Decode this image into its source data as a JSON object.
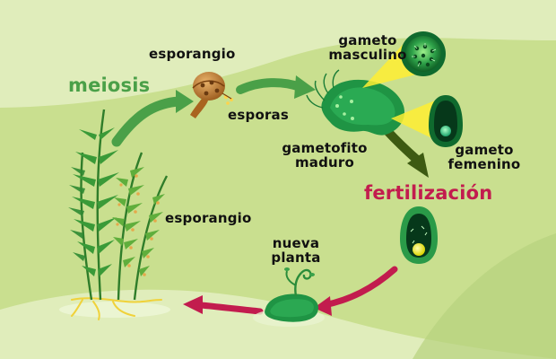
{
  "colors": {
    "background": "#c9df8f",
    "light_band": "#e0edbb",
    "dark_band": "#a9c86c",
    "meiosis_label": "#4aa048",
    "fertilizacion_label": "#c21c4e",
    "arrow_green": "#4aa048",
    "arrow_dark_green": "#3d5a12",
    "arrow_crimson": "#c21c4e",
    "highlight_yellow": "#ffef33"
  },
  "labels": {
    "meiosis": "meiosis",
    "esporangio_top": "esporangio",
    "esporas": "esporas",
    "gameto_masculino": [
      "gameto",
      "masculino"
    ],
    "gametofito_maduro": [
      "gametofito",
      "maduro"
    ],
    "gameto_femenino": [
      "gameto",
      "femenino"
    ],
    "fertilizacion": "fertilización",
    "esporangio_side": "esporangio",
    "nueva_planta": [
      "nueva",
      "planta"
    ]
  },
  "icons": [
    "fern-plant-icon",
    "sporangium-icon",
    "gametophyte-icon",
    "male-gamete-icon",
    "female-gamete-icon",
    "zygote-icon",
    "young-plant-icon",
    "cycle-arrow-icon"
  ]
}
